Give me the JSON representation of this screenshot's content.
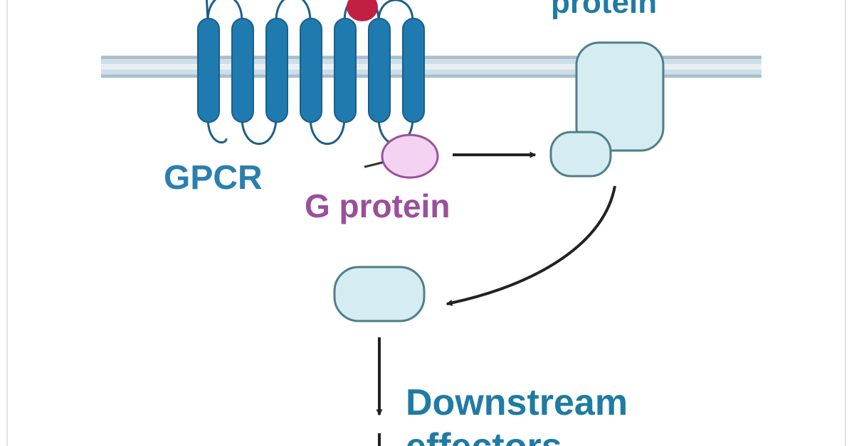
{
  "labels": {
    "top_right": "protein",
    "gpcr": "GPCR",
    "g_protein": "G protein",
    "downstream_line1": "Downstream",
    "downstream_line2": "effectors"
  },
  "colors": {
    "frame_border": "#e3e3e3",
    "membrane_fill": "#cfdde6",
    "membrane_line": "#a7bfcd",
    "gpcr_helix": "#1f7ab0",
    "gpcr_outline": "#1a5f8a",
    "gpcr_text": "#2b7fb0",
    "ligand": "#c21f45",
    "g_protein_fill": "#f3d3f1",
    "g_protein_stroke": "#9a4f9d",
    "g_protein_text": "#9a4f9d",
    "effector_fill": "#d5ecf2",
    "effector_stroke": "#4f7f88",
    "arrow": "#222222",
    "downstream_text": "#1f7ba3"
  },
  "icons": [
    "ligand-icon",
    "gpcr-receptor-icon",
    "g-protein-icon",
    "effector-protein-icon",
    "arrow-icon"
  ]
}
